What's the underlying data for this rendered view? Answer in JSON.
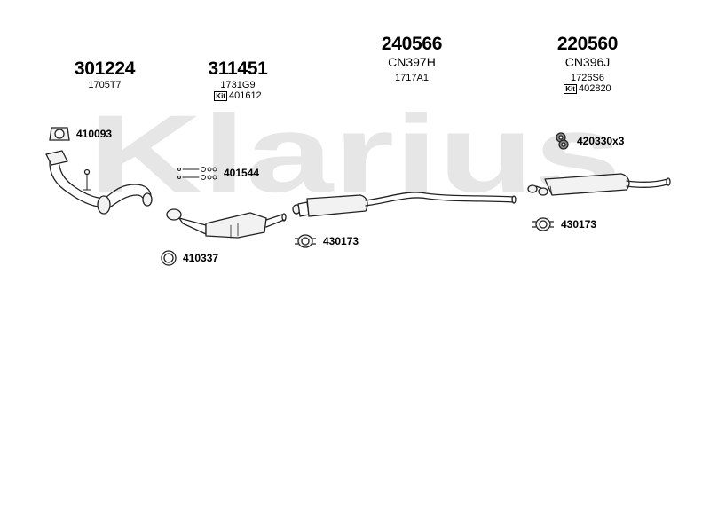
{
  "watermark": "Klarius",
  "columns": [
    {
      "part_number": "301224",
      "ref": "1705T7"
    },
    {
      "part_number": "311451",
      "ref": "1731G9",
      "kit": "401612"
    },
    {
      "part_number": "240566",
      "code": "CN397H",
      "ref": "1717A1"
    },
    {
      "part_number": "220560",
      "code": "CN396J",
      "ref": "1726S6",
      "kit": "402820"
    }
  ],
  "kit_badge": "Kit",
  "accessories": {
    "clamp_front": "410093",
    "bolt_kit": "401544",
    "ring_gasket": "410337",
    "clamp_mid": "430173",
    "rubber_mount": "420330x3",
    "clamp_rear": "430173"
  },
  "colors": {
    "watermark": "#e6e6e6",
    "line": "#222222",
    "fill": "#f2f2f2"
  }
}
